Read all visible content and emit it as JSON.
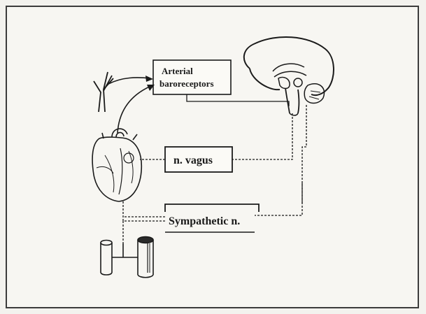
{
  "labels": {
    "baroreceptors_line1": "Arterial",
    "baroreceptors_line2": "baroreceptors",
    "vagus": "n. vagus",
    "sympathetic": "Sympathetic n."
  },
  "colors": {
    "paper": "#f3f2ee",
    "frame": "#3c3c3c",
    "ink": "#1a1a1a"
  },
  "icons": [
    "brain-icon",
    "heart-icon",
    "artery-icon",
    "blood-vessel-icon"
  ]
}
